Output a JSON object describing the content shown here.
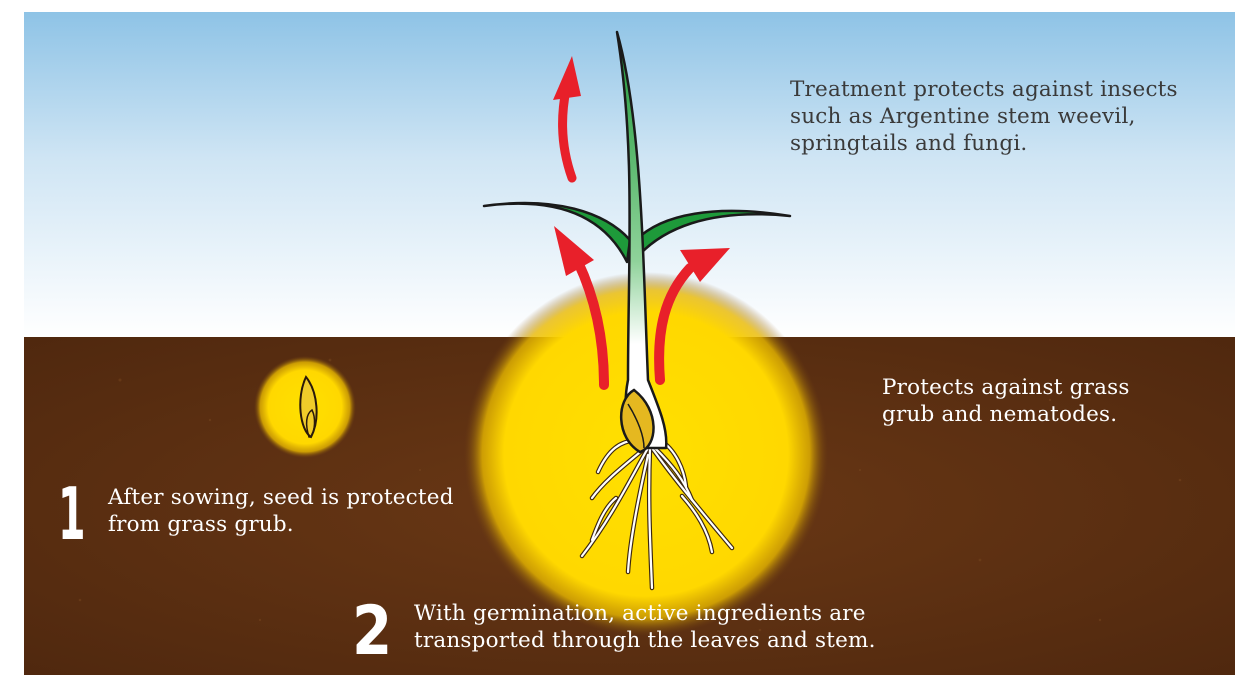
{
  "annotations": {
    "sky_text": "Treatment protects against insects such as Argentine stem weevil, springtails and fungi.",
    "soil_text": "Protects against grass grub and nematodes.",
    "step1": {
      "number": "1",
      "text": "After sowing, seed is protected from grass grub."
    },
    "step2": {
      "number": "2",
      "text": "With germination, active ingredients are transported through the leaves and stem."
    }
  },
  "colors": {
    "sky_top": "#8ec3e6",
    "sky_bottom": "#ffffff",
    "soil": "#5a2e12",
    "glow": "#ffd800",
    "arrow": "#e8202a",
    "leaf": "#1e9a3a",
    "seed": "#e5b820"
  }
}
